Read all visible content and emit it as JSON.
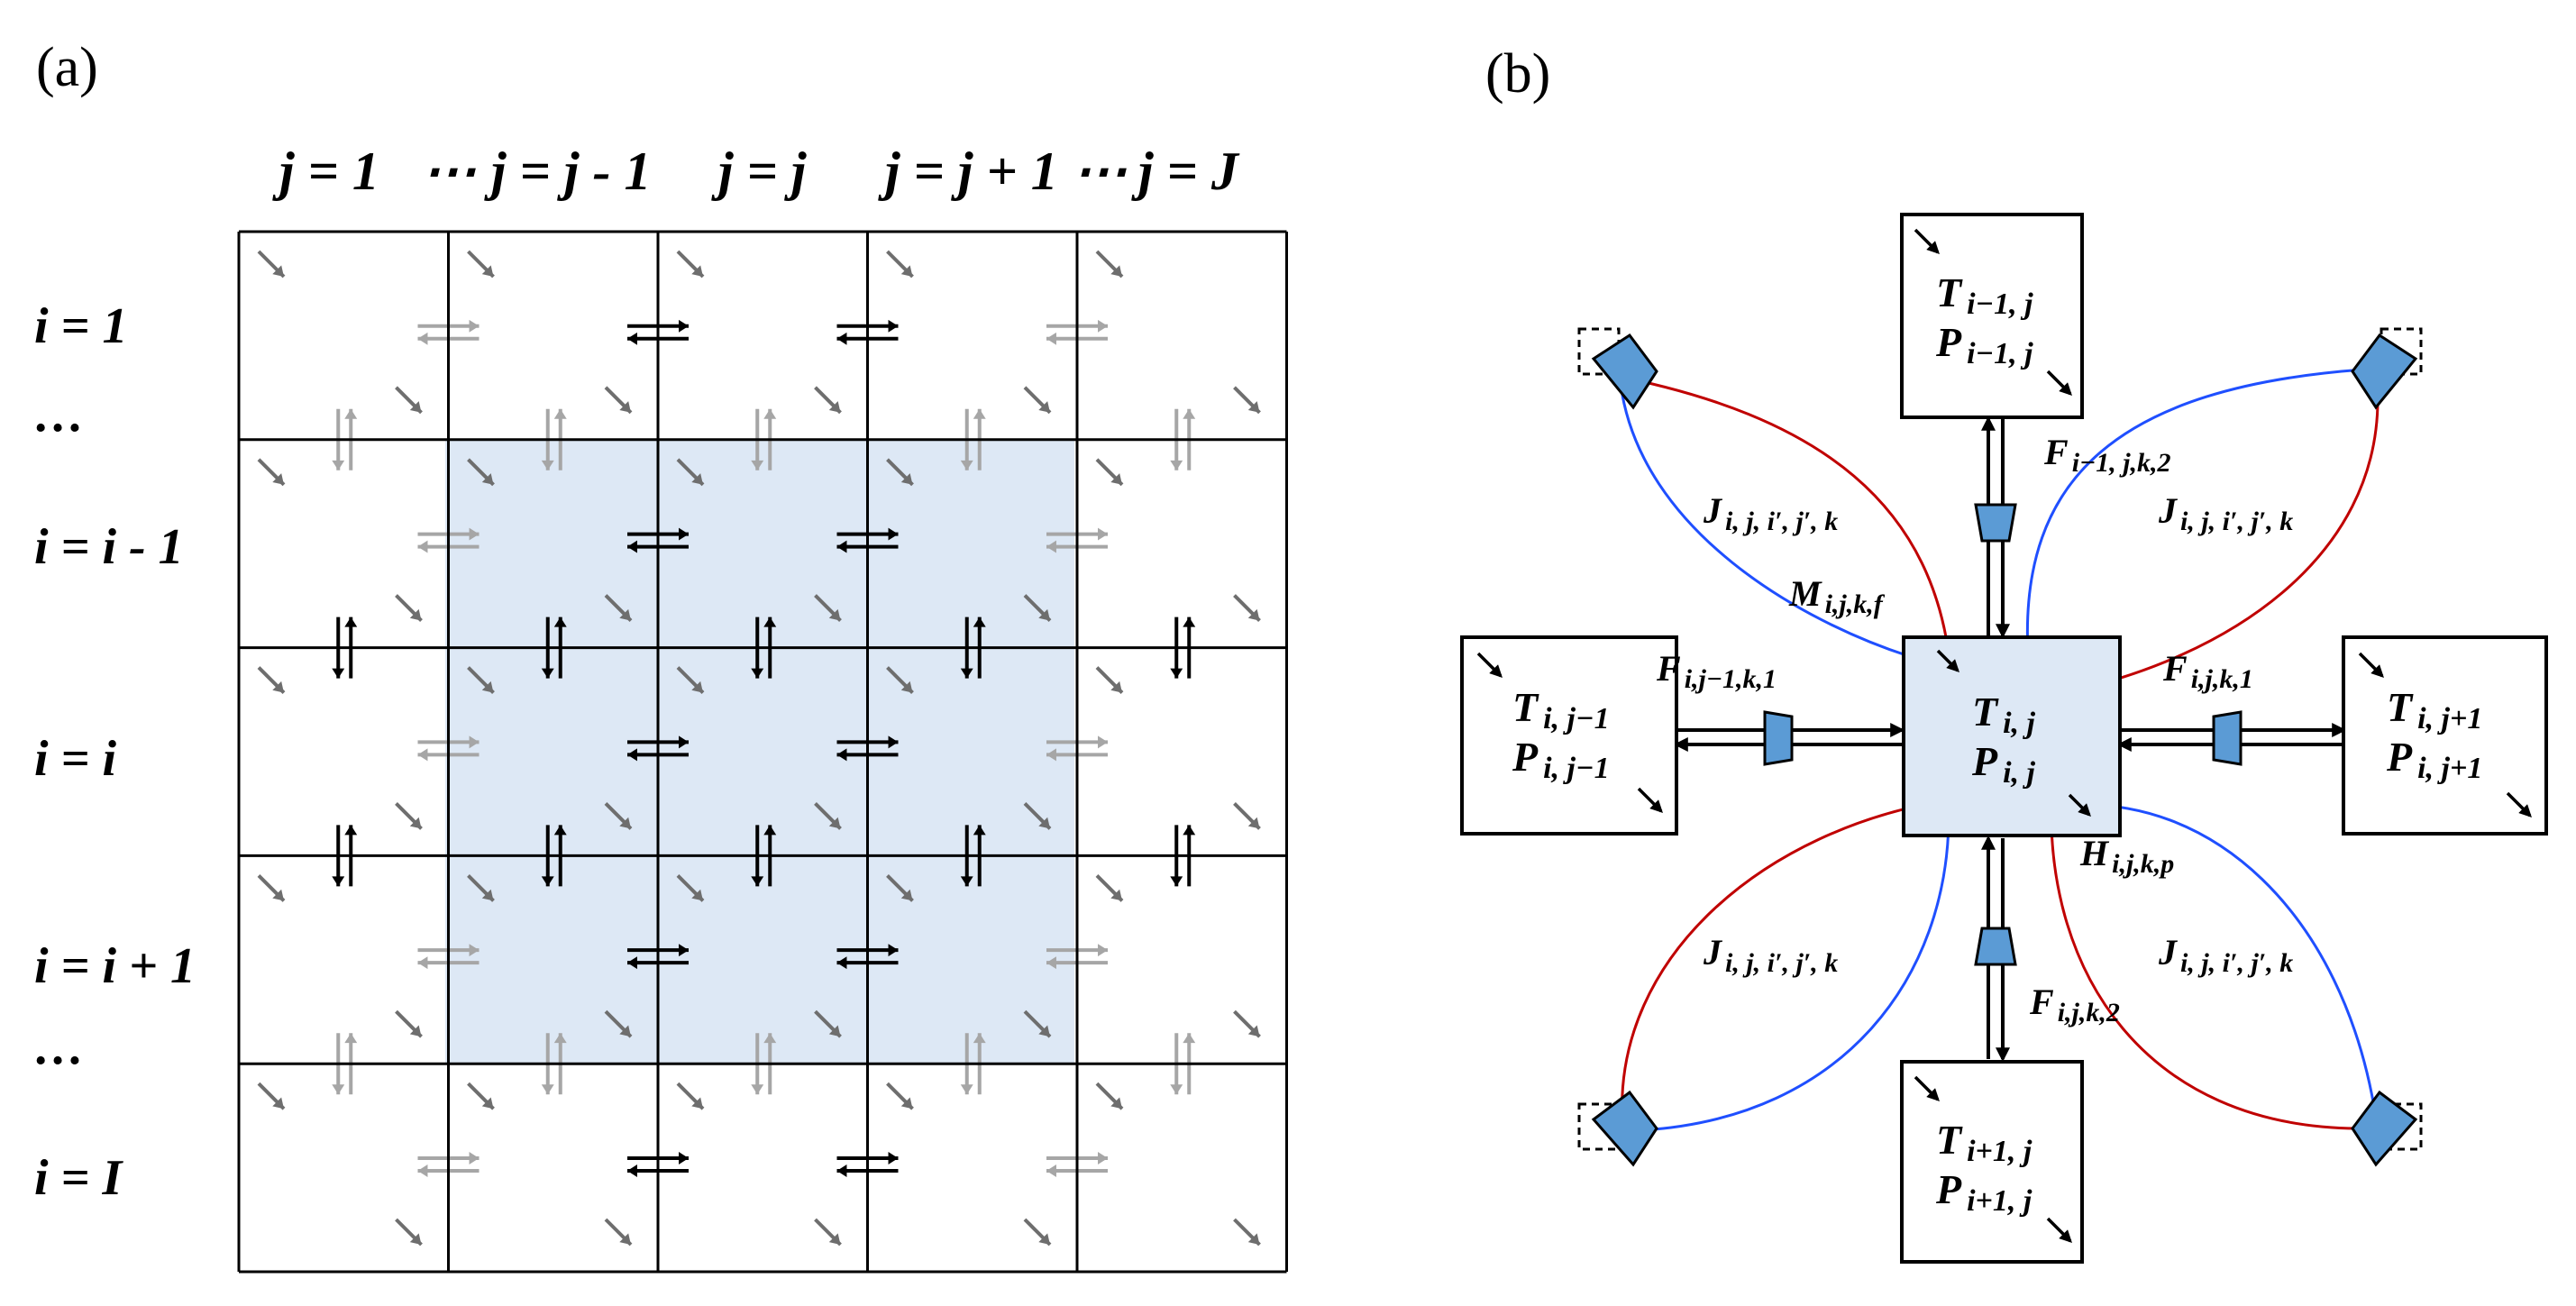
{
  "panel_a": {
    "label": "(a)",
    "column_headers": {
      "first": "j = 1",
      "ellipsis_1": "⋯",
      "prev": "j = j - 1",
      "current": "j = j",
      "next": "j = j + 1",
      "ellipsis_2": "⋯",
      "last": "j = J"
    },
    "row_labels": {
      "first": "i = 1",
      "ellipsis_1": "…",
      "prev": "i = i - 1",
      "current": "i = i",
      "next": "i = i + 1",
      "ellipsis_2": "…",
      "last": "i = I"
    },
    "colors": {
      "highlight": "#dde8f5",
      "active_arrow": "#000000",
      "inactive_arrow": "#a6a6a6",
      "diagonal_arrow": "#6e6e6e",
      "grid": "#000000"
    }
  },
  "panel_b": {
    "label": "(b)",
    "nodes": {
      "top": {
        "t": "T",
        "t_sub": "i−1, j",
        "p": "P",
        "p_sub": "i−1, j"
      },
      "left": {
        "t": "T",
        "t_sub": "i, j−1",
        "p": "P",
        "p_sub": "i, j−1"
      },
      "center": {
        "t": "T",
        "t_sub": "i, j",
        "p": "P",
        "p_sub": "i, j"
      },
      "right": {
        "t": "T",
        "t_sub": "i, j+1",
        "p": "P",
        "p_sub": "i, j+1"
      },
      "bottom": {
        "t": "T",
        "t_sub": "i+1, j",
        "p": "P",
        "p_sub": "i+1, j"
      }
    },
    "labels": {
      "f_top": {
        "main": "F",
        "sub": "i−1, j,k,2"
      },
      "f_left": {
        "main": "F",
        "sub": "i,j−1,k,1"
      },
      "f_right": {
        "main": "F",
        "sub": "i,j,k,1"
      },
      "f_bottom": {
        "main": "F",
        "sub": "i,j,k,2"
      },
      "m": {
        "main": "M",
        "sub": "i,j,k,f"
      },
      "h": {
        "main": "H",
        "sub": "i,j,k,p"
      },
      "j_tl": {
        "main": "J",
        "sub": "i, j, i′, j′, k"
      },
      "j_tr": {
        "main": "J",
        "sub": "i, j, i′, j′, k"
      },
      "j_bl": {
        "main": "J",
        "sub": "i, j, i′, j′, k"
      },
      "j_br": {
        "main": "J",
        "sub": "i, j, i′, j′, k"
      }
    },
    "colors": {
      "center_fill": "#dde8f5",
      "compressor_fill": "#5b9bd5",
      "compressor_stroke": "#000000",
      "red_flow": "#c00000",
      "blue_flow": "#1f4fff"
    }
  }
}
